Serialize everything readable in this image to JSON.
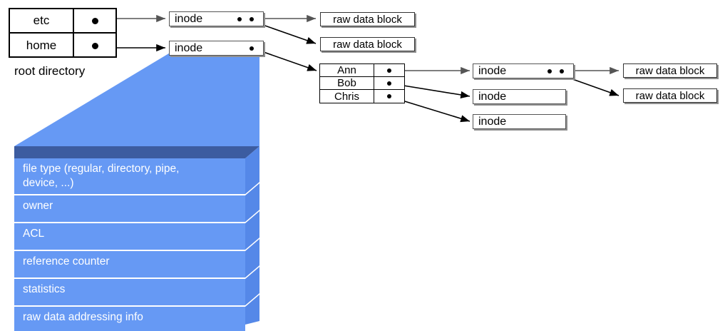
{
  "diagram": {
    "title": "unix-inode-filesystem-structure",
    "colors": {
      "slab_face": "#6699f4",
      "slab_top": "#3c5ca0",
      "slab_side": "#5588e8",
      "funnel": "#6699f4",
      "outline": "#000000",
      "box_shadow": "#8e8e8e"
    }
  },
  "root_directory": {
    "caption": "root directory",
    "entries": [
      {
        "name": "etc",
        "pointer": "dot"
      },
      {
        "name": "home",
        "pointer": "dot"
      }
    ]
  },
  "inodes": [
    {
      "id": "inode-etc",
      "label": "inode",
      "slots": 2
    },
    {
      "id": "inode-home",
      "label": "inode",
      "slots": 1
    },
    {
      "id": "inode-ann",
      "label": "inode",
      "slots": 2
    },
    {
      "id": "inode-bob",
      "label": "inode",
      "slots": 0
    },
    {
      "id": "inode-chris",
      "label": "inode",
      "slots": 0
    }
  ],
  "raw_data_blocks": [
    {
      "id": "rdb-etc-1",
      "label": "raw data block"
    },
    {
      "id": "rdb-etc-2",
      "label": "raw data block"
    },
    {
      "id": "rdb-ann-1",
      "label": "raw data block"
    },
    {
      "id": "rdb-ann-2",
      "label": "raw data block"
    }
  ],
  "home_directory": {
    "entries": [
      {
        "name": "Ann",
        "pointer": "dot"
      },
      {
        "name": "Bob",
        "pointer": "dot"
      },
      {
        "name": "Chris",
        "pointer": "dot"
      }
    ]
  },
  "inode_detail": {
    "fields": [
      {
        "text": "file type (regular, directory, pipe,",
        "text2": "device, ...)"
      },
      {
        "text": "owner"
      },
      {
        "text": "ACL"
      },
      {
        "text": "reference counter"
      },
      {
        "text": "statistics"
      },
      {
        "text": "raw data addressing info"
      }
    ]
  }
}
